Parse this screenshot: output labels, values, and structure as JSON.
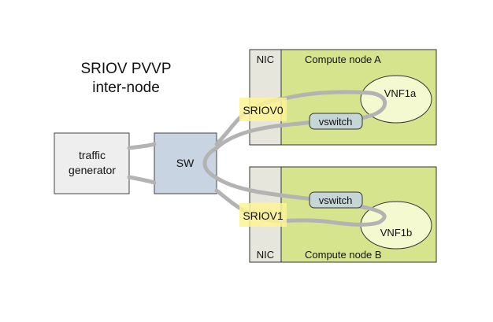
{
  "title": {
    "line1": "SRIOV PVVP",
    "line2": "inter-node"
  },
  "traffic_generator": {
    "line1": "traffic",
    "line2": "generator"
  },
  "switch": {
    "label": "SW"
  },
  "nodes": [
    {
      "nic_label": "NIC",
      "node_label": "Compute node A",
      "vnf_label": "VNF1a",
      "vswitch_label": "vswitch",
      "sriov_label": "SRIOV0"
    },
    {
      "nic_label": "NIC",
      "node_label": "Compute node B",
      "vnf_label": "VNF1b",
      "vswitch_label": "vswitch",
      "sriov_label": "SRIOV1"
    }
  ],
  "colors": {
    "node_fill": "#d6e48e",
    "nic_fill": "#e6e6dc",
    "vnf_fill": "#f5f9cf",
    "vswitch_fill": "#c5d6d6",
    "switch_fill": "#c9d4e3",
    "tg_fill": "#eeeeee",
    "sriov_highlight": "#fdf394",
    "link": "#b3b3b3"
  }
}
